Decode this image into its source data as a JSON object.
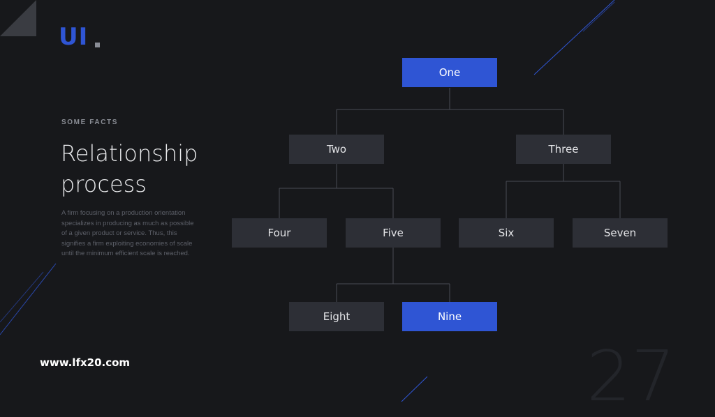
{
  "brand": {
    "logo_text": "UI"
  },
  "slide": {
    "eyebrow": "SOME FACTS",
    "title_line1": "Relationship",
    "title_line2": "process",
    "description": "A firm focusing on a production orientation specializes in producing as much as possible of a given product or service. Thus, this signifies a firm exploiting economies of scale until the minimum efficient scale is reached.",
    "website": "www.lfx20.com",
    "page_number": "27"
  },
  "diagram": {
    "nodes": {
      "one": "One",
      "two": "Two",
      "three": "Three",
      "four": "Four",
      "five": "Five",
      "six": "Six",
      "seven": "Seven",
      "eight": "Eight",
      "nine": "Nine"
    },
    "highlighted": [
      "one",
      "nine"
    ],
    "edges": [
      [
        "one",
        "two"
      ],
      [
        "one",
        "three"
      ],
      [
        "two",
        "four"
      ],
      [
        "two",
        "five"
      ],
      [
        "three",
        "six"
      ],
      [
        "three",
        "seven"
      ],
      [
        "five",
        "eight"
      ],
      [
        "five",
        "nine"
      ]
    ]
  },
  "colors": {
    "background": "#17181b",
    "accent": "#2f55d4",
    "node": "#2d2f36",
    "connector": "#4a4c54"
  }
}
